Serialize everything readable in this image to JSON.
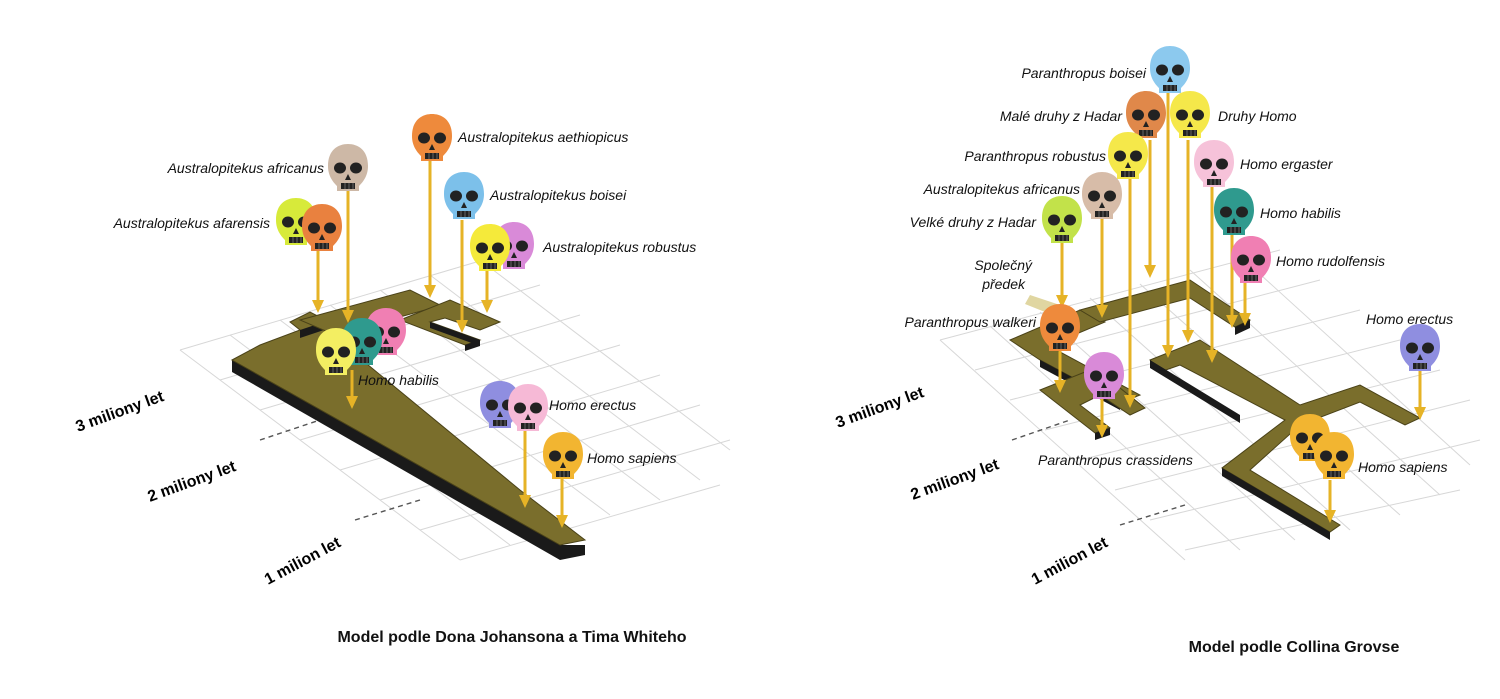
{
  "left_model": {
    "caption": "Model podle Dona Johansona a Tima Whiteho",
    "time_labels": [
      "3 miliony let",
      "2 miliony let",
      "1 milion let"
    ],
    "species": [
      {
        "label": "Australopitekus africanus",
        "color": "#cdb8a6"
      },
      {
        "label": "Australopitekus afarensis",
        "colors": [
          "#d7ea3a",
          "#e9813f"
        ]
      },
      {
        "label": "Australopitekus aethiopicus",
        "color": "#ee8a3c"
      },
      {
        "label": "Australopitekus boisei",
        "color": "#7cc0ea"
      },
      {
        "label": "Australopitekus robustus",
        "colors": [
          "#f5ea3a",
          "#d98ad8"
        ]
      },
      {
        "label": "Homo habilis",
        "colors": [
          "#f3ee62",
          "#2f9a8e",
          "#f07fb3"
        ]
      },
      {
        "label": "Homo erectus",
        "colors": [
          "#8f8ee0",
          "#f6b9d6"
        ]
      },
      {
        "label": "Homo sapiens",
        "color": "#f2b531"
      }
    ]
  },
  "right_model": {
    "caption": "Model podle Collina Grovse",
    "time_labels": [
      "3 miliony let",
      "2 miliony let",
      "1 milion let"
    ],
    "species": [
      {
        "label": "Paranthropus boisei",
        "color": "#8cc9ee"
      },
      {
        "label": "Malé druhy z Hadar",
        "color": "#e0884a"
      },
      {
        "label": "Druhy Homo",
        "color": "#f5e84a"
      },
      {
        "label": "Paranthropus robustus",
        "color": "#f5e84a"
      },
      {
        "label": "Homo ergaster",
        "color": "#f6c2d9"
      },
      {
        "label": "Australopitekus africanus",
        "color": "#d7bca8"
      },
      {
        "label": "Velké druhy z Hadar",
        "color": "#c2e24a"
      },
      {
        "label": "Homo habilis",
        "color": "#2f9a8e"
      },
      {
        "label": "Homo rudolfensis",
        "color": "#f07fb3"
      },
      {
        "label": "Společný",
        "color": ""
      },
      {
        "label": "předek",
        "color": ""
      },
      {
        "label": "Paranthropus walkeri",
        "color": "#ee8a3c"
      },
      {
        "label": "Homo erectus",
        "color": "#8f8ee0"
      },
      {
        "label": "Paranthropus crassidens",
        "color": "#d98ad8"
      },
      {
        "label": "Homo sapiens",
        "colors": [
          "#f2b531",
          "#f2b531"
        ]
      }
    ]
  },
  "icon": "skull-icon"
}
